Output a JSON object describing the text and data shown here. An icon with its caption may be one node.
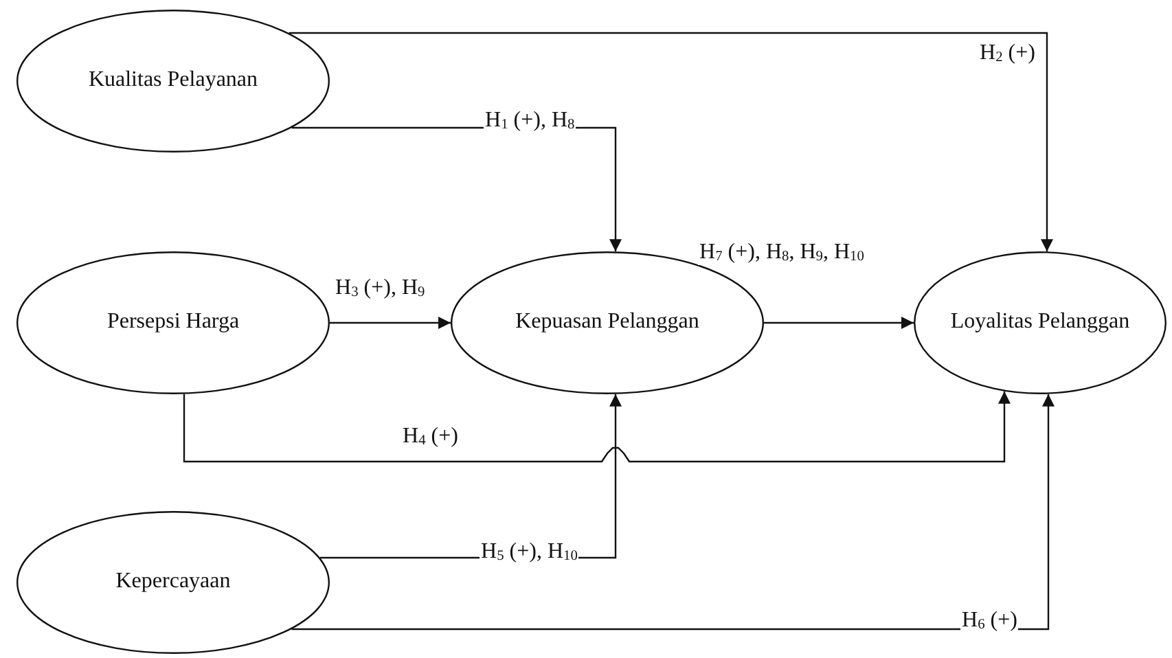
{
  "diagram": {
    "nodes": [
      {
        "text": [
          "Kualitas Pelayanan"
        ]
      },
      {
        "text": [
          "Persepsi Harga"
        ]
      },
      {
        "text": [
          "Kepuasan Pelanggan"
        ]
      },
      {
        "text": [
          "Loyalitas Pelanggan"
        ]
      },
      {
        "text": [
          "Kepercayaan"
        ]
      }
    ],
    "edges": [
      {
        "from": 0,
        "to": 3,
        "arrow": "to",
        "label": "H$_{2}$ (+)"
      },
      {
        "from": 0,
        "to": 2,
        "arrow": "to",
        "label": "H$_{1}$ (+), H$_{8}$"
      },
      {
        "from": 1,
        "to": 2,
        "arrow": "to",
        "label": "H$_{3}$ (+), H$_{9}$"
      },
      {
        "from": 2,
        "to": 3,
        "arrow": "to",
        "label": "H$_{7}$ (+), H$_{8}$, H$_{9}$, H$_{10}$"
      },
      {
        "from": 1,
        "to": 3,
        "arrow": "to",
        "label": "H$_{4}$ (+)"
      },
      {
        "from": 4,
        "to": 2,
        "arrow": "to",
        "label": "H$_{5}$ (+), H$_{10}$"
      },
      {
        "from": 4,
        "to": 3,
        "arrow": "to",
        "label": "H$_{6}$ (+)"
      }
    ]
  }
}
